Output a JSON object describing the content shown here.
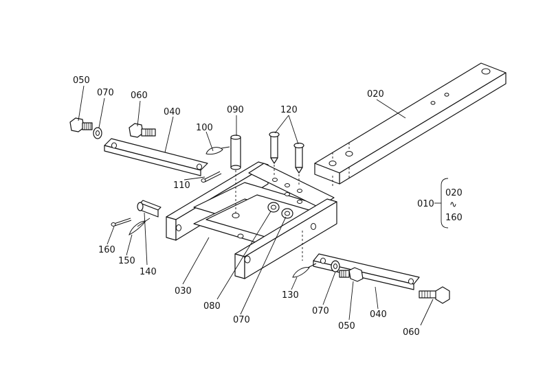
{
  "labels": {
    "p050a": "050",
    "p070a": "070",
    "p060a": "060",
    "p040a": "040",
    "p100": "100",
    "p090": "090",
    "p120": "120",
    "p020": "020",
    "p110": "110",
    "p010": "010",
    "range_top": "020",
    "range_tilde": "∿",
    "range_bottom": "160",
    "p160": "160",
    "p150": "150",
    "p140": "140",
    "p030": "030",
    "p080": "080",
    "p070b": "070",
    "p130": "130",
    "p070c": "070",
    "p050b": "050",
    "p040b": "040",
    "p060b": "060"
  }
}
